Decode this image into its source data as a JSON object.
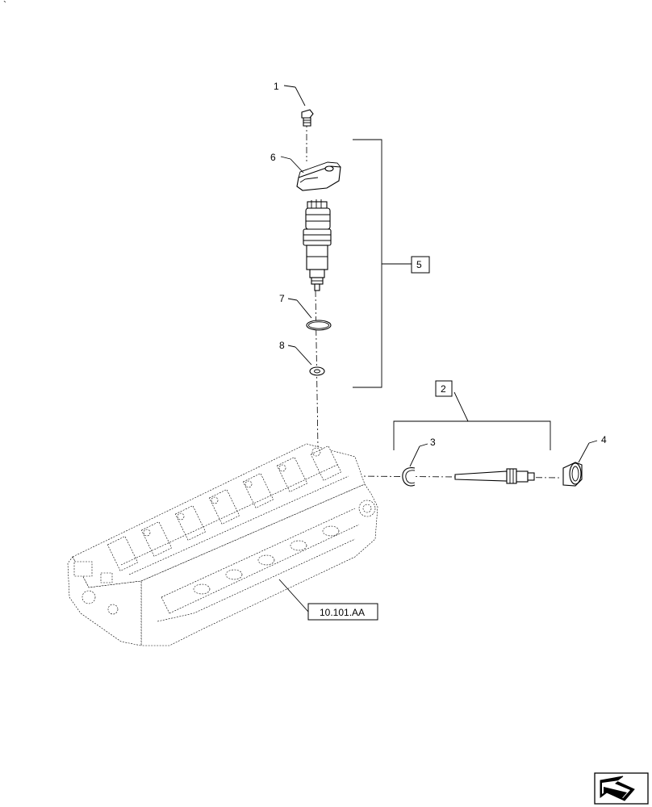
{
  "corner_mark": "`",
  "callouts": {
    "c1": "1",
    "c2": "2",
    "c3": "3",
    "c4": "4",
    "c5": "5",
    "c6": "6",
    "c7": "7",
    "c8": "8"
  },
  "reference": "10.101.AA"
}
